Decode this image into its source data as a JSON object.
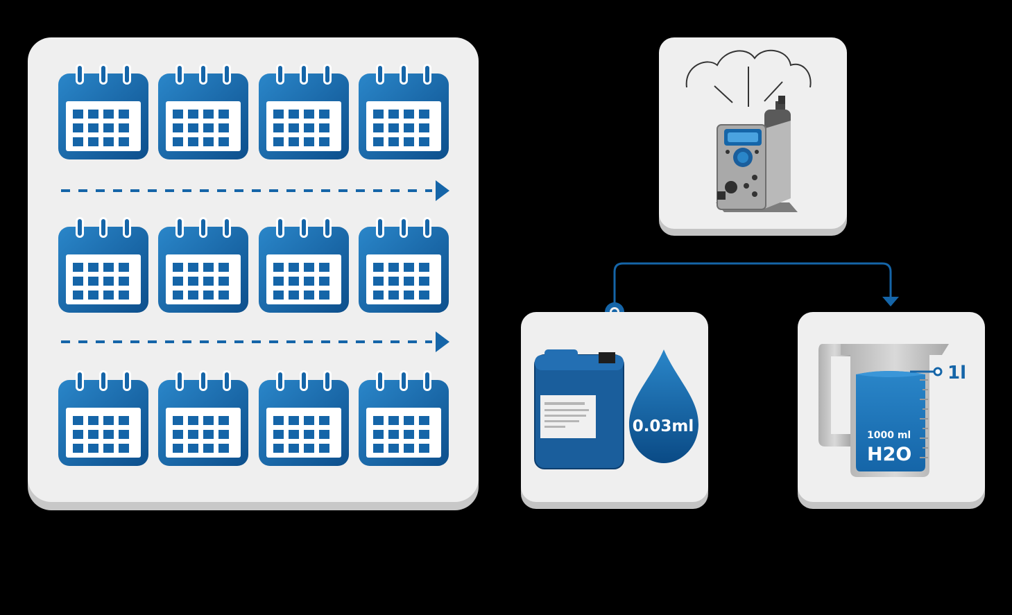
{
  "colors": {
    "background": "#000000",
    "card": "#efefef",
    "card_shadow": "#c4c4c4",
    "blue": "#1565a8",
    "blue_dark": "#0a4a85",
    "blue_light": "#2a86c9",
    "gray": "#9a9a9a"
  },
  "calendar_grid": {
    "rows": 3,
    "columns": 4,
    "icon": "calendar-icon",
    "separator_icon": "dashed-arrow-right-icon"
  },
  "pump": {
    "icon": "dosing-pump-icon",
    "emission_icon": "cloud-outline-icon"
  },
  "canister": {
    "icon": "chemical-canister-icon",
    "drop_icon": "drop-icon",
    "drop_label": "0.03ml"
  },
  "beaker": {
    "icon": "measuring-beaker-icon",
    "volume_label": "1000 ml",
    "content_label": "H2O",
    "scale_label": "1l"
  },
  "connector": {
    "icon": "flow-arrow-icon"
  }
}
